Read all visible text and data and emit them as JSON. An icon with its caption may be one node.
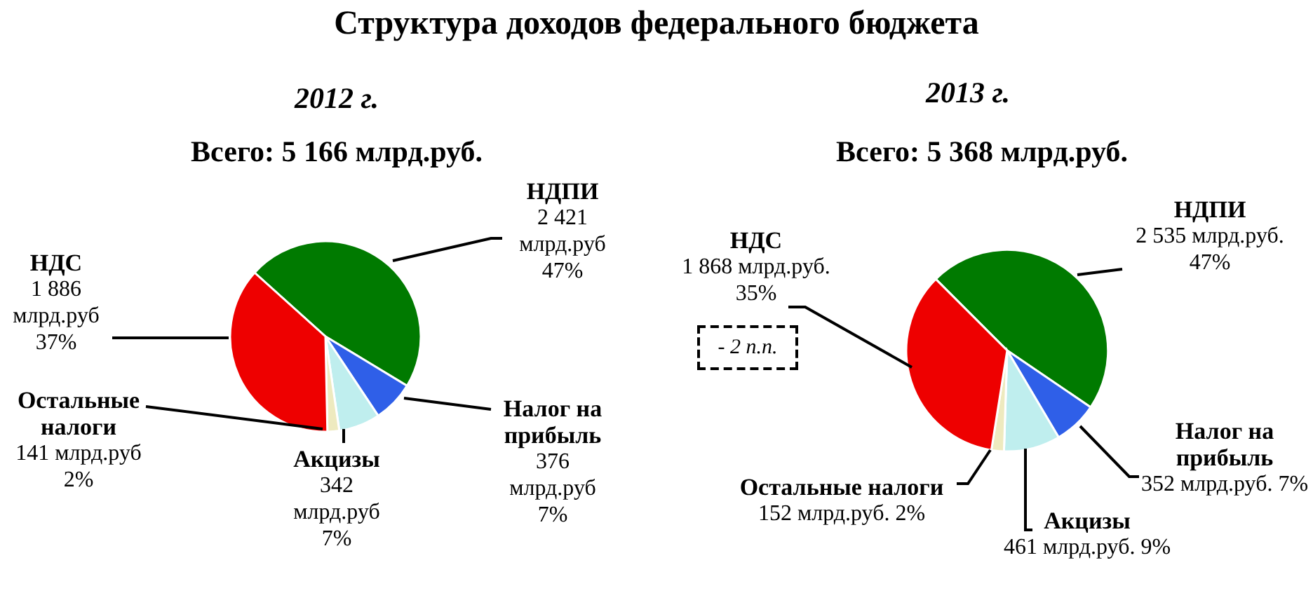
{
  "diagram": {
    "title": "Структура доходов федерального бюджета",
    "nodes": [
      {
        "text": [
          "- 2 п.п."
        ]
      }
    ],
    "labels": [
      "Всего: 5 166 млрд.руб.",
      "Всего: 5 368 млрд.руб."
    ],
    "chart_data": [
      {
        "type": "pie",
        "title": "2012 г.",
        "categories": [
          "НДПИ",
          "Налог на прибыль",
          "Акцизы",
          "Остальные налоги",
          "НДС"
        ],
        "values": [
          47,
          7,
          7,
          2,
          37
        ],
        "colors": [
          "#007a00",
          "#2f5fe8",
          "#bfeeee",
          "#eeeabf",
          "#ee0000"
        ],
        "data_labels": true,
        "value_labels": [
          "2 421 млрд.руб 47%",
          "376 млрд.руб 7%",
          "342 млрд.руб 7%",
          "141 млрд.руб 2%",
          "1 886 млрд.руб 37%"
        ]
      },
      {
        "type": "pie",
        "title": "2013 г.",
        "categories": [
          "НДПИ",
          "Налог на прибыль",
          "Акцизы",
          "Остальные налоги",
          "НДС"
        ],
        "values": [
          47,
          7,
          9,
          2,
          35
        ],
        "colors": [
          "#007a00",
          "#2f5fe8",
          "#bfeeee",
          "#eeeabf",
          "#ee0000"
        ],
        "data_labels": true,
        "value_labels": [
          "2 535 млрд.руб. 47%",
          "352 млрд.руб. 7%",
          "461 млрд.руб. 9%",
          "152 млрд.руб. 2%",
          "1 868 млрд.руб. 35%"
        ]
      }
    ]
  }
}
